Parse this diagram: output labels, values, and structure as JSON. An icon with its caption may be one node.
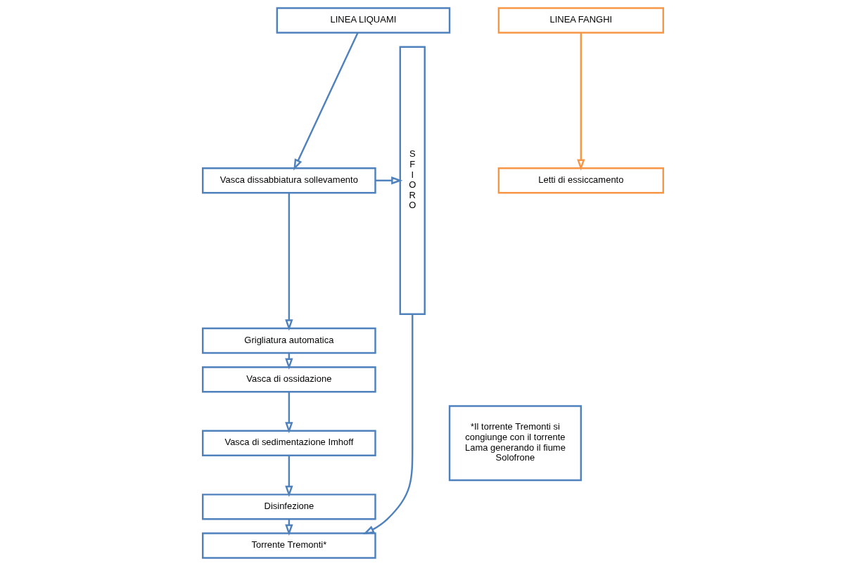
{
  "diagram": {
    "nodes": [
      {
        "text": [
          "LINEA LIQUAMI"
        ]
      },
      {
        "text": [
          "Vasca dissabbiatura sollevamento"
        ]
      },
      {
        "text": [
          "Grigliatura automatica"
        ]
      },
      {
        "text": [
          "Vasca di ossidazione"
        ]
      },
      {
        "text": [
          "Vasca di sedimentazione Imhoff"
        ]
      },
      {
        "text": [
          "Disinfezione"
        ]
      },
      {
        "text": [
          "Torrente Tremonti*"
        ]
      },
      {
        "text": [
          "S F I O R O"
        ]
      },
      {
        "text": [
          "LINEA FANGHI"
        ]
      },
      {
        "text": [
          "Letti di essiccamento"
        ]
      },
      {
        "text": [
          "*Il torrente Tremonti si congiunge con il torrente Lama generando il fiume Solofrone"
        ]
      }
    ],
    "edges": [
      {
        "from": 0,
        "to": 1,
        "arrow": "to"
      },
      {
        "from": 1,
        "to": 2,
        "arrow": "to"
      },
      {
        "from": 2,
        "to": 3,
        "arrow": "to"
      },
      {
        "from": 3,
        "to": 4,
        "arrow": "to"
      },
      {
        "from": 4,
        "to": 5,
        "arrow": "to"
      },
      {
        "from": 5,
        "to": 6,
        "arrow": "to"
      },
      {
        "from": 1,
        "to": 7,
        "arrow": "to"
      },
      {
        "from": 7,
        "to": 6,
        "arrow": "to"
      },
      {
        "from": 8,
        "to": 9,
        "arrow": "to",
        "color": "#f79646"
      }
    ]
  }
}
